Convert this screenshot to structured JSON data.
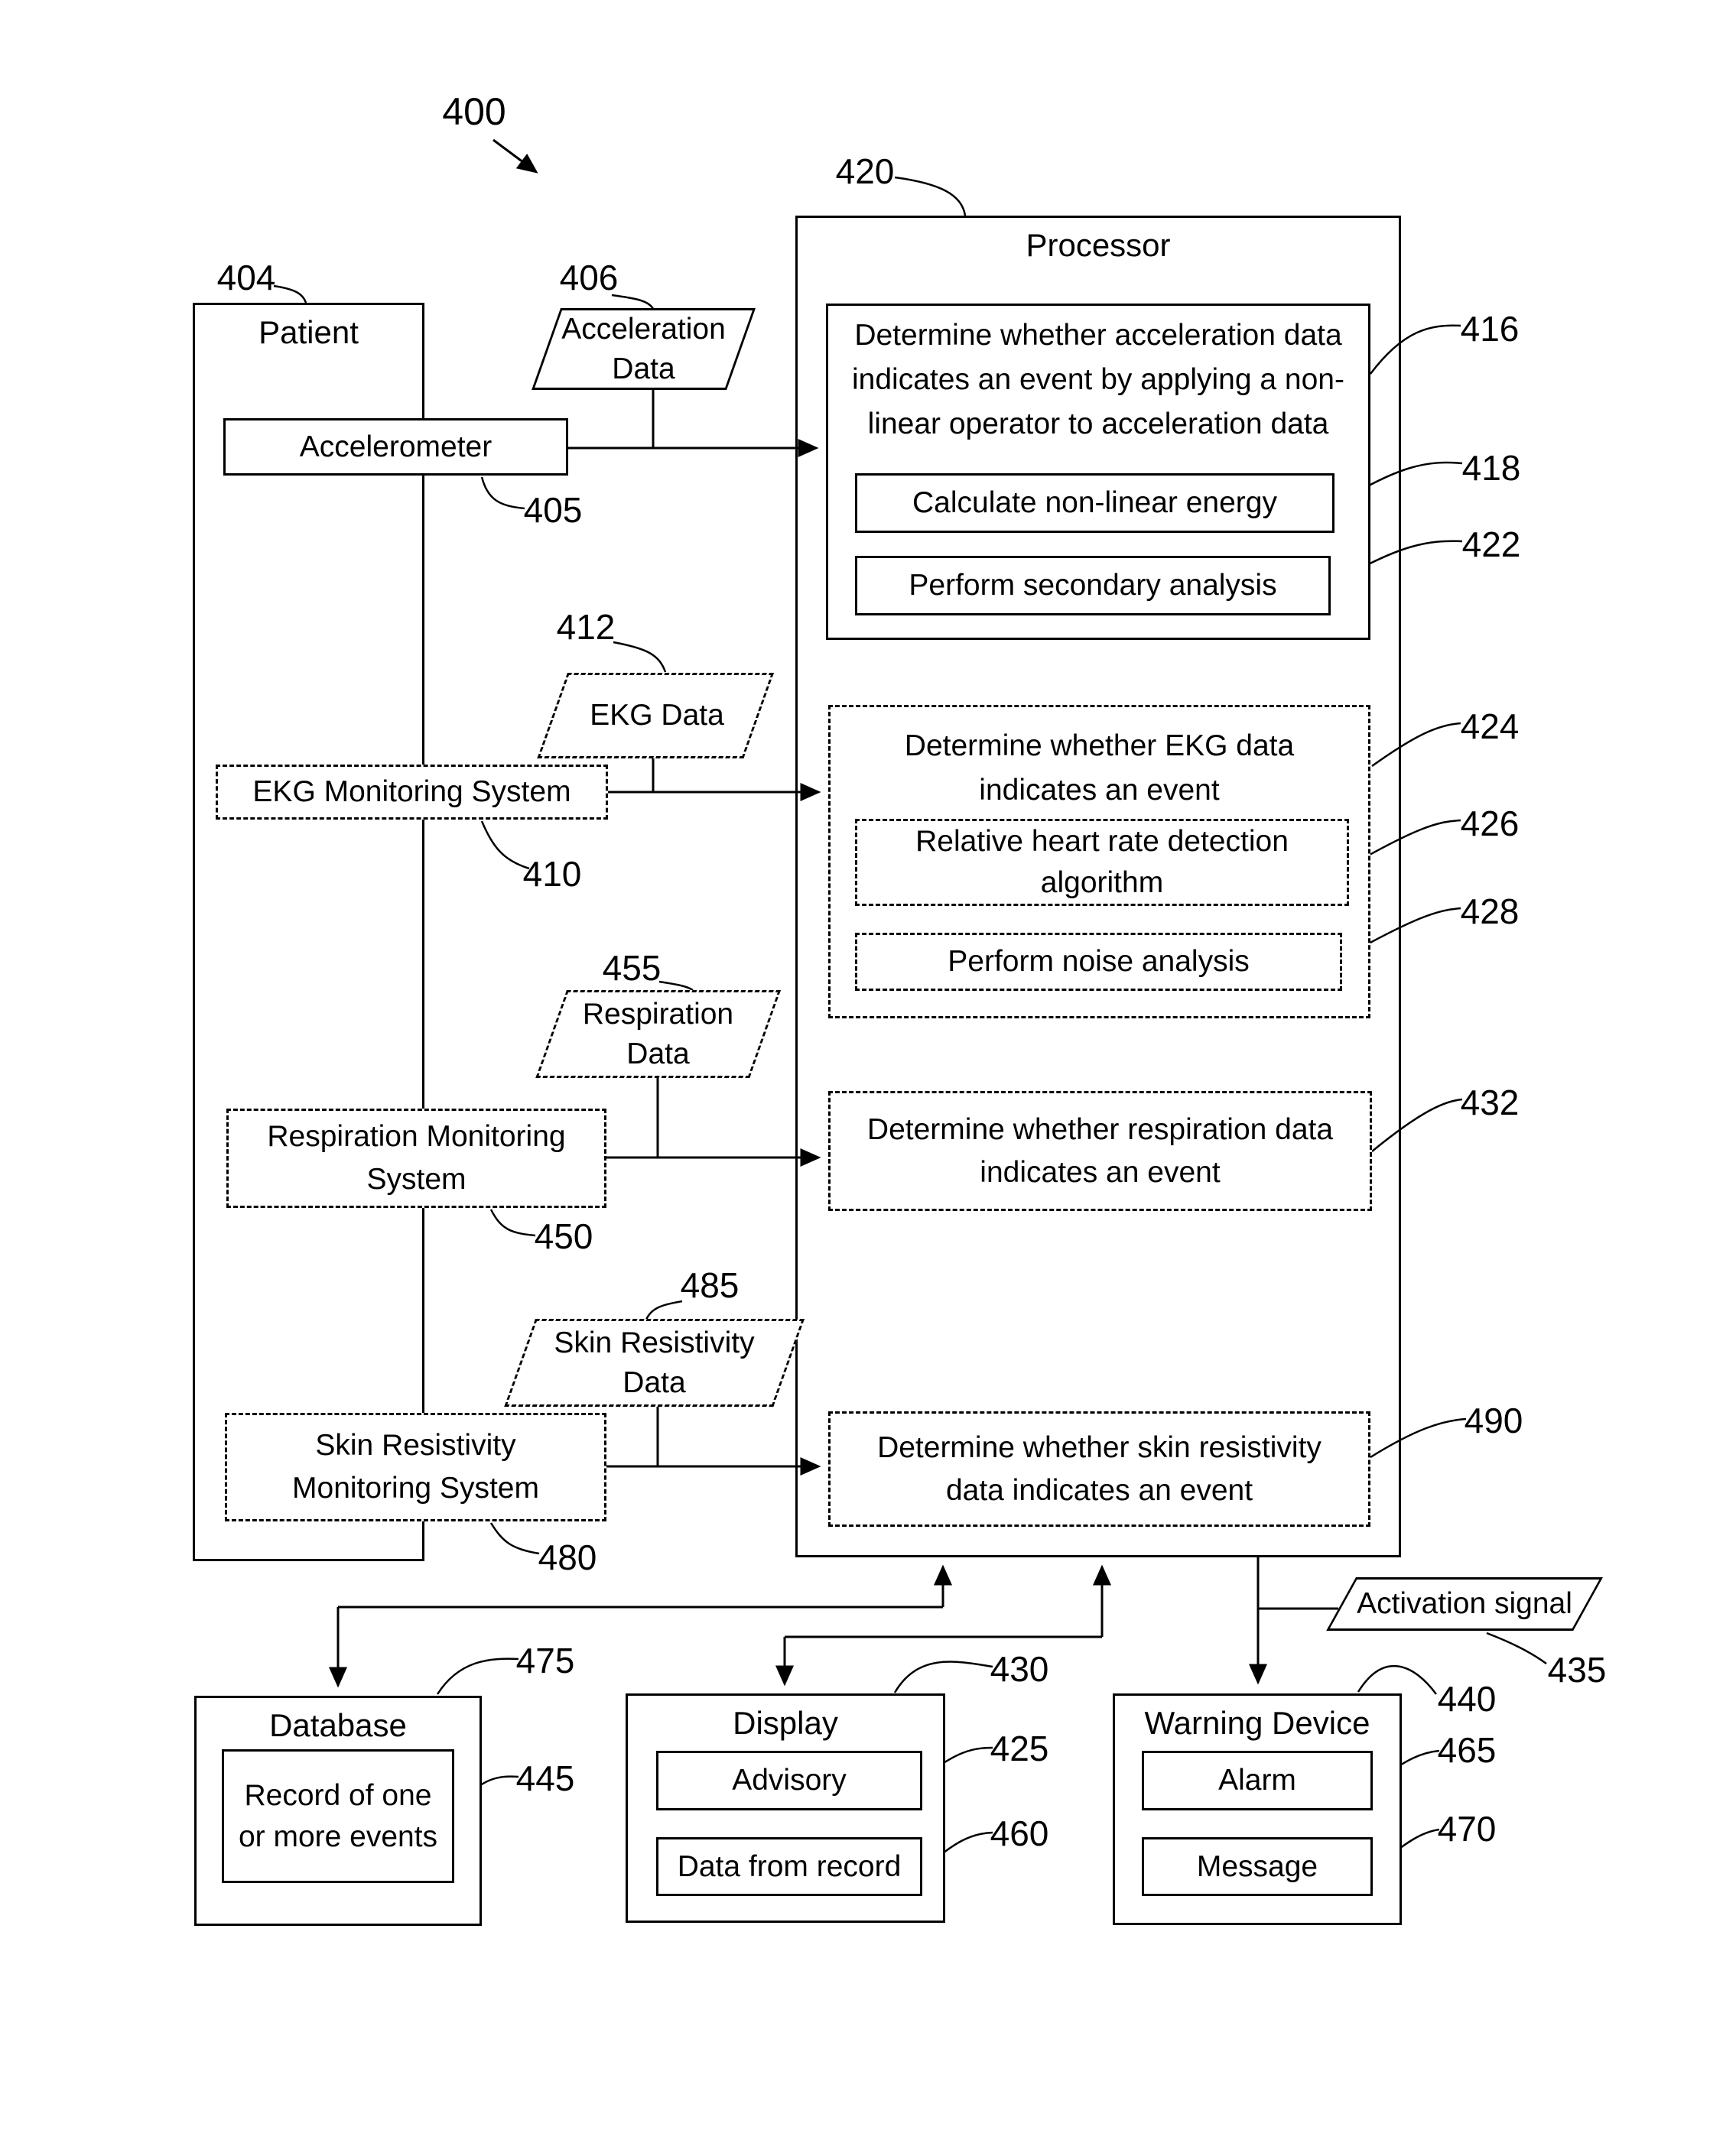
{
  "colors": {
    "line": "#000000",
    "background": "#ffffff"
  },
  "figure_ref": "400",
  "patient": {
    "ref": "404",
    "title": "Patient",
    "accelerometer": {
      "ref": "405",
      "label": "Accelerometer"
    },
    "ekg_monitoring": {
      "ref": "410",
      "lines": [
        "EKG Monitoring System"
      ]
    },
    "respiration_monitoring": {
      "ref": "450",
      "lines": [
        "Respiration Monitoring",
        "System"
      ]
    },
    "skin_monitoring": {
      "ref": "480",
      "lines": [
        "Skin Resistivity",
        "Monitoring System"
      ]
    }
  },
  "data_items": {
    "acceleration": {
      "ref": "406",
      "lines": [
        "Acceleration",
        "Data"
      ]
    },
    "ekg": {
      "ref": "412",
      "lines": [
        "EKG Data"
      ]
    },
    "respiration": {
      "ref": "455",
      "lines": [
        "Respiration",
        "Data"
      ]
    },
    "skin_resistivity": {
      "ref": "485",
      "lines": [
        "Skin Resistivity",
        "Data"
      ]
    },
    "activation_signal": {
      "ref": "435",
      "lines": [
        "Activation signal"
      ]
    }
  },
  "processor": {
    "ref": "420",
    "title": "Processor",
    "acceleration_block": {
      "ref": "416",
      "lines": [
        "Determine whether acceleration data",
        "indicates an event by applying a non-",
        "linear operator to acceleration data"
      ],
      "energy_step": {
        "ref": "418",
        "label": "Calculate non-linear energy"
      },
      "secondary_step": {
        "ref": "422",
        "label": "Perform secondary analysis"
      }
    },
    "ekg_block": {
      "ref": "424",
      "lines": [
        "Determine whether EKG data",
        "indicates an event"
      ],
      "heart_rate_step": {
        "ref": "426",
        "lines": [
          "Relative heart rate detection",
          "algorithm"
        ]
      },
      "noise_step": {
        "ref": "428",
        "label": "Perform noise analysis"
      }
    },
    "respiration_block": {
      "ref": "432",
      "lines": [
        "Determine whether respiration data",
        "indicates an event"
      ]
    },
    "skin_block": {
      "ref": "490",
      "lines": [
        "Determine whether skin resistivity",
        "data indicates an event"
      ]
    }
  },
  "outputs": {
    "database": {
      "ref": "475",
      "title": "Database",
      "record": {
        "ref": "445",
        "lines": [
          "Record of one",
          "or more events"
        ]
      }
    },
    "display": {
      "ref": "430",
      "title": "Display",
      "advisory": {
        "ref": "425",
        "label": "Advisory"
      },
      "data_from_record": {
        "ref": "460",
        "label": "Data from record"
      }
    },
    "warning_device": {
      "ref": "440",
      "title": "Warning Device",
      "alarm": {
        "ref": "465",
        "label": "Alarm"
      },
      "message": {
        "ref": "470",
        "label": "Message"
      }
    }
  }
}
